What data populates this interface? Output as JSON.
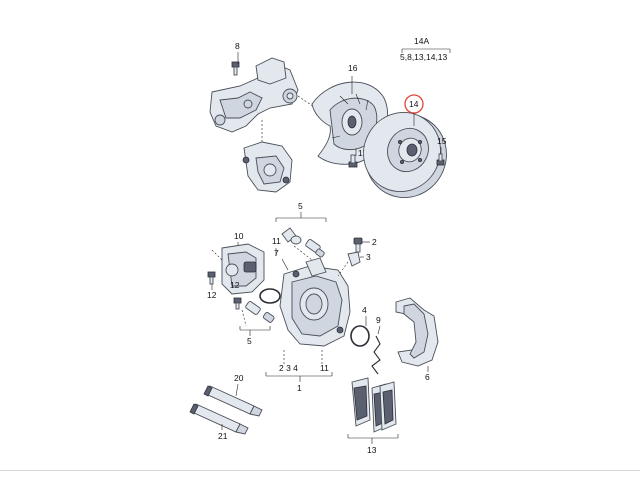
{
  "labels": {
    "p2": "2",
    "p3": "3",
    "p4": "4",
    "p5a": "5",
    "p5b": "5",
    "p6": "6",
    "p7": "7",
    "p8": "8",
    "p9": "9",
    "p10": "10",
    "p11a": "11",
    "p11b": "11",
    "p12a": "12",
    "p12b": "12",
    "p13": "13",
    "p14": "14",
    "p14a": "14A",
    "p14a_sub": "5,8,13,14,13",
    "p15": "15",
    "p16": "16",
    "p17": "17",
    "p20": "20",
    "p21": "21",
    "p1": "1",
    "caliper_group": "2  3 4"
  },
  "colors": {
    "highlight_ring": "#e0463a",
    "part_fill": "#e3e8ef",
    "outline": "#4a4f58"
  }
}
